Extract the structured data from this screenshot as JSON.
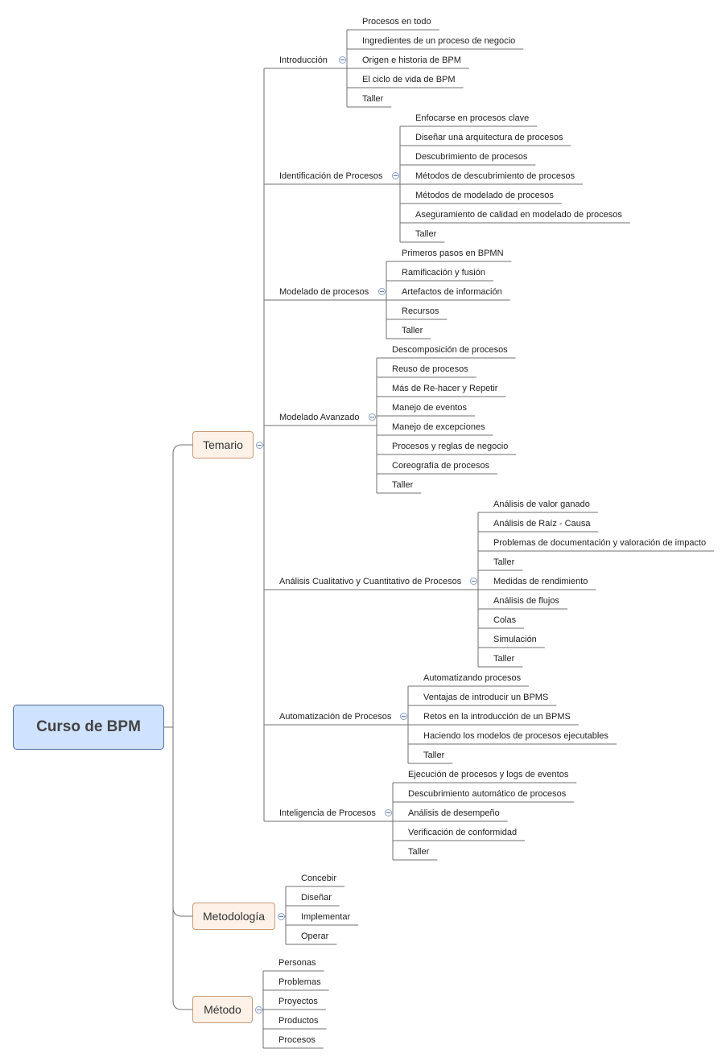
{
  "root": {
    "label": "Curso de BPM"
  },
  "branches": [
    {
      "label": "Temario",
      "children": [
        {
          "label": "Introducción",
          "children": [
            "Procesos en todo",
            "Ingredientes de un proceso de negocio",
            "Origen e historia de BPM",
            "El ciclo de vida de BPM",
            "Taller"
          ]
        },
        {
          "label": "Identificación de Procesos",
          "children": [
            "Enfocarse en procesos clave",
            "Diseñar una arquitectura de procesos",
            "Descubrimiento de procesos",
            "Métodos de descubrimiento de procesos",
            "Métodos de modelado de procesos",
            "Aseguramiento de calidad en modelado de procesos",
            "Taller"
          ]
        },
        {
          "label": "Modelado de procesos",
          "children": [
            "Primeros pasos en BPMN",
            "Ramificación y fusión",
            "Artefactos de información",
            "Recursos",
            "Taller"
          ]
        },
        {
          "label": "Modelado Avanzado",
          "children": [
            "Descomposición de procesos",
            "Reuso de procesos",
            "Más de Re-hacer y Repetir",
            "Manejo de eventos",
            "Manejo de excepciones",
            "Procesos y reglas de negocio",
            "Coreografía de procesos",
            "Taller"
          ]
        },
        {
          "label": "Análisis Cualitativo y Cuantitativo de Procesos",
          "children": [
            "Análisis de valor ganado",
            "Análisis de Raíz - Causa",
            "Problemas de documentación y valoración de impacto",
            "Taller",
            "Medidas de rendimiento",
            "Análisis de flujos",
            "Colas",
            "Simulación",
            "Taller"
          ]
        },
        {
          "label": "Automatización de Procesos",
          "children": [
            "Automatizando procesos",
            "Ventajas de introducir un BPMS",
            "Retos en la introducción de un BPMS",
            "Haciendo los modelos de procesos ejecutables",
            "Taller"
          ]
        },
        {
          "label": "Inteligencia de Procesos",
          "children": [
            "Ejecución de procesos y logs de eventos",
            "Descubrimiento automático de procesos",
            "Análisis de desempeño",
            "Verificación de conformidad",
            "Taller"
          ]
        }
      ]
    },
    {
      "label": "Metodología",
      "children": [
        "Concebir",
        "Diseñar",
        "Implementar",
        "Operar"
      ]
    },
    {
      "label": "Método",
      "children": [
        "Personas",
        "Problemas",
        "Proyectos",
        "Productos",
        "Procesos"
      ]
    }
  ]
}
